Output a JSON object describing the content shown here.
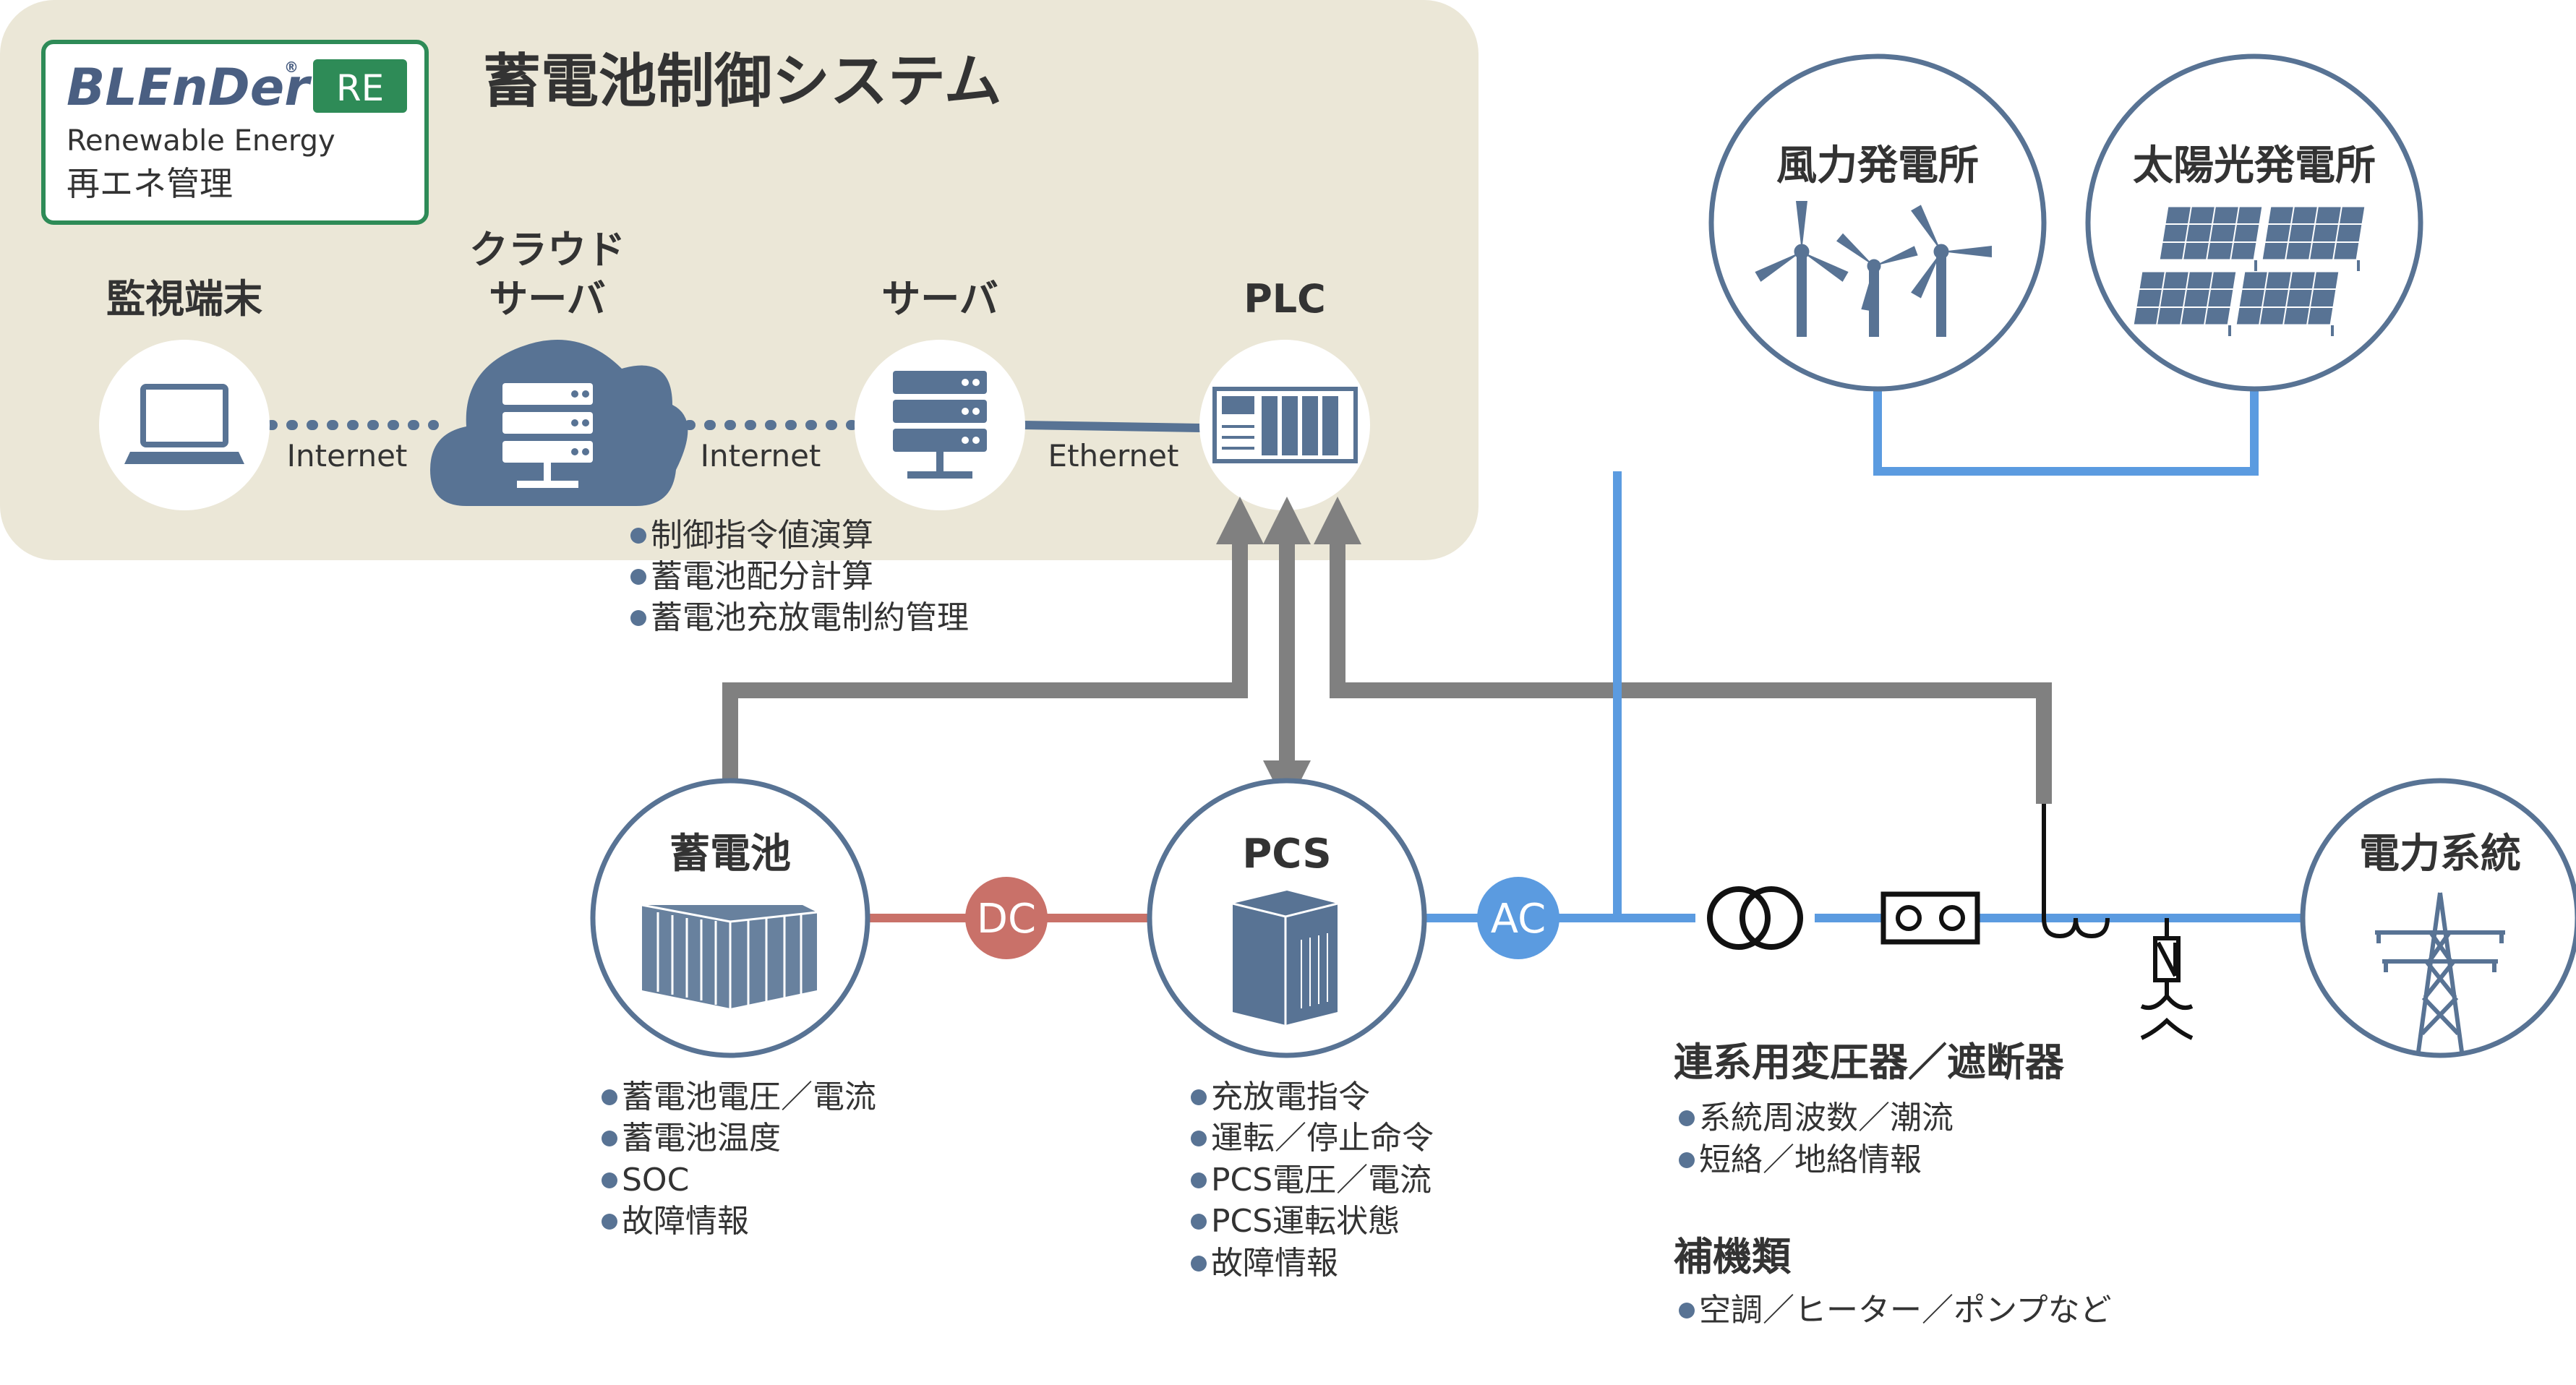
{
  "logo": {
    "brand": "BLEnDer",
    "registered_mark": "®",
    "badge": "RE",
    "subtitle": "Renewable Energy",
    "caption": "再エネ管理"
  },
  "system_title": "蓄電池制御システム",
  "nodes": {
    "monitor": "監視端末",
    "cloud_line1": "クラウド",
    "cloud_line2": "サーバ",
    "server": "サーバ",
    "plc": "PLC",
    "wind": "風力発電所",
    "solar": "太陽光発電所",
    "battery": "蓄電池",
    "pcs": "PCS",
    "grid": "電力系統"
  },
  "links": {
    "internet_1": "Internet",
    "internet_2": "Internet",
    "ethernet": "Ethernet",
    "dc": "DC",
    "ac": "AC"
  },
  "server_functions": [
    "制御指令値演算",
    "蓄電池配分計算",
    "蓄電池充放電制約管理"
  ],
  "battery_info": [
    "蓄電池電圧／電流",
    "蓄電池温度",
    "SOC",
    "故障情報"
  ],
  "pcs_info": [
    "充放電指令",
    "運転／停止命令",
    "PCS電圧／電流",
    "PCS運転状態",
    "故障情報"
  ],
  "transformer": {
    "title": "連系用変圧器／遮断器",
    "items": [
      "系統周波数／潮流",
      "短絡／地絡情報"
    ]
  },
  "auxiliary": {
    "title": "補機類",
    "items": [
      "空調／ヒーター／ポンプなど"
    ]
  },
  "colors": {
    "panel_bg": "#ebe7d7",
    "node_outline": "#587394",
    "icon_fill": "#587394",
    "ac_line": "#5b9be0",
    "dc_line": "#c97169",
    "signal_line": "#808080",
    "logo_green": "#2e8b57",
    "bullet": "#587394"
  }
}
